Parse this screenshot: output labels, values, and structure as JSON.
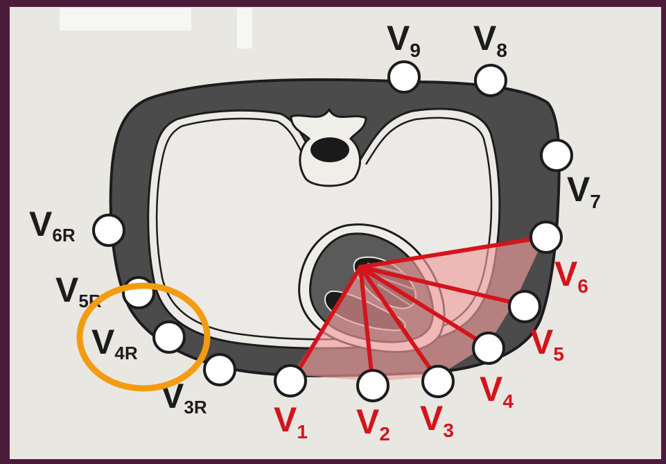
{
  "colors": {
    "frame": "#4a1c3a",
    "paper": "#e9e7e2",
    "ink": "#1c1c1c",
    "body_wall": "#4b4b4b",
    "precordial": "#d4141c",
    "fan_fill": "#ef9c9e",
    "highlight": "#f39c12"
  },
  "leads": {
    "v9": {
      "main": "V",
      "sub": "9"
    },
    "v8": {
      "main": "V",
      "sub": "8"
    },
    "v7": {
      "main": "V",
      "sub": "7"
    },
    "v6r": {
      "main": "V",
      "sub": "6R"
    },
    "v5r": {
      "main": "V",
      "sub": "5R"
    },
    "v4r": {
      "main": "V",
      "sub": "4R"
    },
    "v3r": {
      "main": "V",
      "sub": "3R"
    },
    "v1": {
      "main": "V",
      "sub": "1"
    },
    "v2": {
      "main": "V",
      "sub": "2"
    },
    "v3": {
      "main": "V",
      "sub": "3"
    },
    "v4": {
      "main": "V",
      "sub": "4"
    },
    "v5": {
      "main": "V",
      "sub": "5"
    },
    "v6": {
      "main": "V",
      "sub": "6"
    }
  },
  "highlighted_lead": "V4R"
}
